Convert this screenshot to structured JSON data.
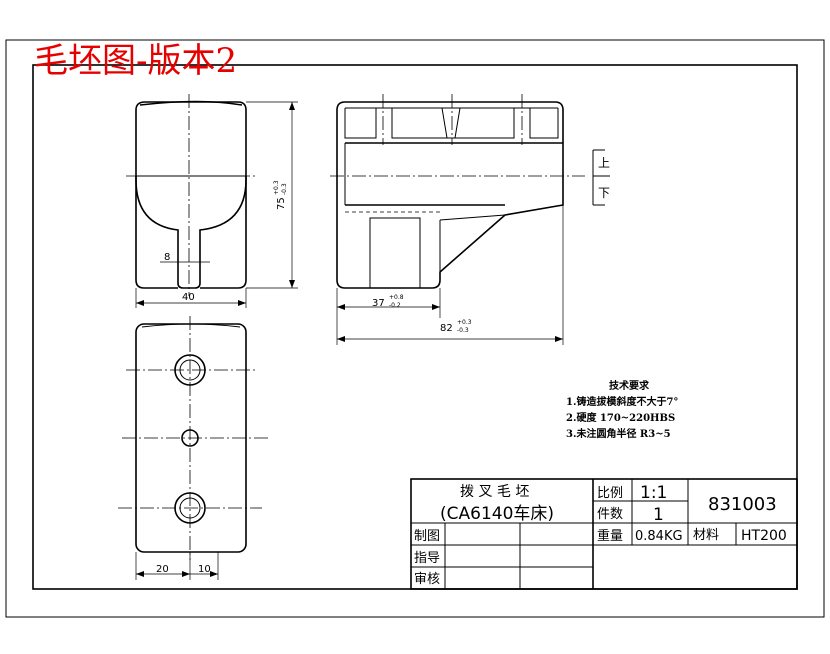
{
  "header": {
    "title": "毛坯图-版本2",
    "title_color": "#e60000"
  },
  "dimensions": {
    "d_75": "75",
    "d_75_tol_upper": "+0.3",
    "d_75_tol_lower": "-0.3",
    "d_8": "8",
    "d_40": "40",
    "d_37": "37",
    "d_37_tol_upper": "+0.8",
    "d_37_tol_lower": "-0.2",
    "d_82": "82",
    "d_82_tol_upper": "+0.3",
    "d_82_tol_lower": "-0.3",
    "d_20": "20",
    "d_10": "10"
  },
  "section_labels": {
    "upper": "上",
    "lower": "下"
  },
  "tech_requirements": {
    "title": "技术要求",
    "items": [
      "1.铸造拔模斜度不大于7°",
      "2.硬度 170~220HBS",
      "3.未注圆角半径 R3~5"
    ]
  },
  "title_block": {
    "part_name": "拨 叉 毛 坯",
    "machine": "(CA6140车床)",
    "scale_label": "比例",
    "scale_value": "1:1",
    "quantity_label": "件数",
    "quantity_value": "1",
    "drawing_no": "831003",
    "weight_label": "重量",
    "weight_value": "0.84KG",
    "material_label": "材料",
    "material_value": "HT200",
    "drawn_label": "制图",
    "guided_label": "指导",
    "checked_label": "审核"
  }
}
